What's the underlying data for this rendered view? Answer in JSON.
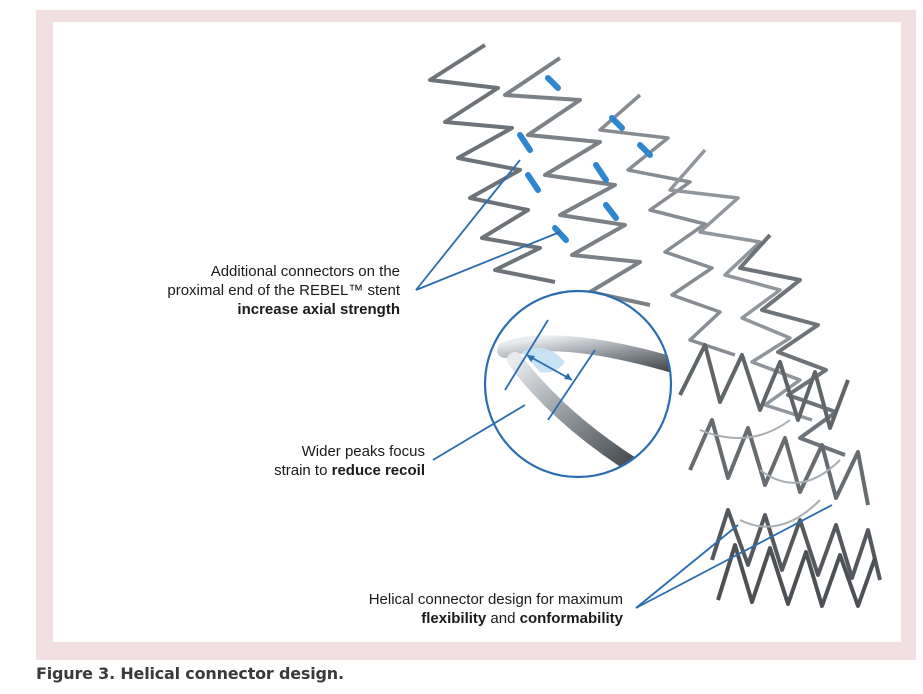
{
  "callouts": {
    "axial": {
      "line1": "Additional connectors on the",
      "line2": "proximal end of the REBEL™ stent",
      "bold": "increase axial strength"
    },
    "peaks": {
      "line1": "Wider peaks focus",
      "line2_plain": "strain to ",
      "line2_bold": "reduce recoil"
    },
    "helical": {
      "line1": "Helical connector design for maximum",
      "bold1": "flexibility",
      "and": " and ",
      "bold2": "conformability"
    }
  },
  "caption": "Figure 3. Helical connector design.",
  "colors": {
    "frame": "#f2dfe1",
    "callout_line": "#2a6cb0",
    "connector_highlight": "#2e86d1",
    "strut": "#6f7479"
  }
}
